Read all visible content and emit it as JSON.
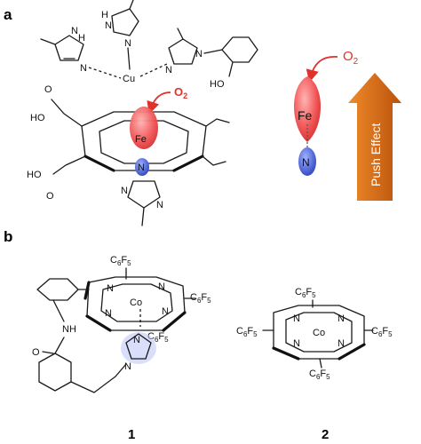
{
  "panels": {
    "a": "a",
    "b": "b"
  },
  "active_site": {
    "his_nh_left": "H",
    "his_n_left": "N",
    "his_n2_left": "N",
    "his_nh_mid": "H",
    "his_n_mid": "N",
    "his_n2_mid": "N",
    "tyr_n": "N",
    "tyr_n2": "N",
    "ho": "HO",
    "cu": "Cu",
    "o2": "O",
    "o2_sub": "2",
    "ho_top": "HO",
    "ho_bottom": "HO",
    "o_top": "O",
    "o_bottom": "O",
    "fe": "Fe",
    "n_axial": "N",
    "n_lower": "N",
    "n_ring": "N"
  },
  "schematic": {
    "o2": "O",
    "o2_sub": "2",
    "fe": "Fe",
    "n": "N",
    "push_effect": "Push Effect",
    "colors": {
      "o2_red": "#e0312b",
      "fe_lobe": "#f25a5a",
      "n_lobe": "#3f55c8",
      "push_arrow": "#d4640d"
    }
  },
  "compound1": {
    "number": "1",
    "c6f5": "C",
    "six": "6",
    "f": "F",
    "five": "5",
    "co": "Co",
    "n": "N",
    "nh": "NH",
    "o": "O"
  },
  "compound2": {
    "number": "2",
    "c6f5": "C",
    "six": "6",
    "f": "F",
    "five": "5",
    "co": "Co",
    "n": "N"
  }
}
